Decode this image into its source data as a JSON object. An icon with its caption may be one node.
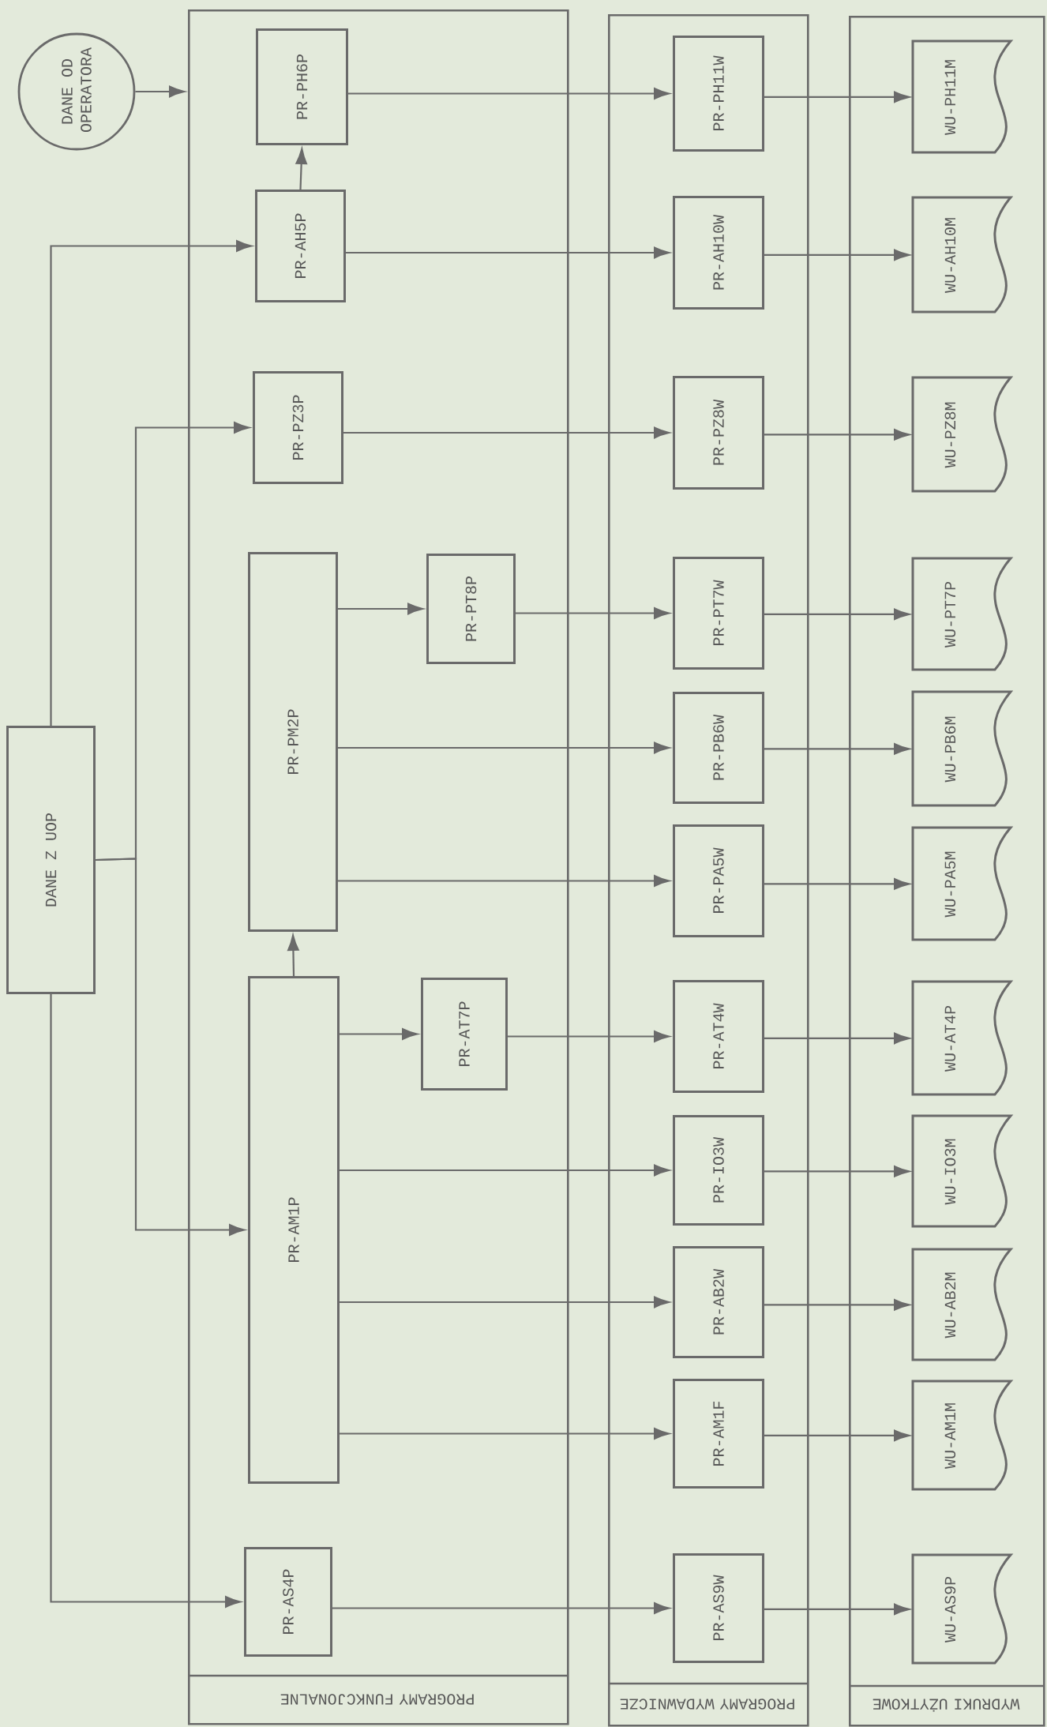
{
  "diagram": {
    "nodes": [
      {
        "text": [
          "DANE OD OPERATORA"
        ]
      },
      {
        "text": [
          "DANE Z UOP"
        ]
      },
      {
        "text": [
          "PROGRAMY FUNKCJONALNE"
        ]
      },
      {
        "text": [
          "PR-PH6P"
        ],
        "in": 2
      },
      {
        "text": [
          "PR-AH5P"
        ],
        "in": 2
      },
      {
        "text": [
          "PR-PZ3P"
        ],
        "in": 2
      },
      {
        "text": [
          "PR-PM2P"
        ],
        "in": 2
      },
      {
        "text": [
          "PR-PT8P"
        ],
        "in": 2
      },
      {
        "text": [
          "PR-AM1P"
        ],
        "in": 2
      },
      {
        "text": [
          "PR-AT7P"
        ],
        "in": 2
      },
      {
        "text": [
          "PR-AS4P"
        ],
        "in": 2
      },
      {
        "text": [
          "PROGRAMY WYDAWNICZE"
        ]
      },
      {
        "text": [
          "PR-PH11W"
        ],
        "in": 11
      },
      {
        "text": [
          "PR-AH10W"
        ],
        "in": 11
      },
      {
        "text": [
          "PR-PZ8W"
        ],
        "in": 11
      },
      {
        "text": [
          "PR-PT7W"
        ],
        "in": 11
      },
      {
        "text": [
          "PR-PB6W"
        ],
        "in": 11
      },
      {
        "text": [
          "PR-PA5W"
        ],
        "in": 11
      },
      {
        "text": [
          "PR-AT4W"
        ],
        "in": 11
      },
      {
        "text": [
          "PR-IO3W"
        ],
        "in": 11
      },
      {
        "text": [
          "PR-AB2W"
        ],
        "in": 11
      },
      {
        "text": [
          "PR-AM1F"
        ],
        "in": 11
      },
      {
        "text": [
          "PR-AS9W"
        ],
        "in": 11
      },
      {
        "text": [
          "WYDRUKI UŻYTKOWE"
        ]
      },
      {
        "text": [
          "WU-PH11M"
        ],
        "in": 23
      },
      {
        "text": [
          "WU-AH10M"
        ],
        "in": 23
      },
      {
        "text": [
          "WU-PZ8M"
        ],
        "in": 23
      },
      {
        "text": [
          "WU-PT7P"
        ],
        "in": 23
      },
      {
        "text": [
          "WU-PB6M"
        ],
        "in": 23
      },
      {
        "text": [
          "WU-PA5M"
        ],
        "in": 23
      },
      {
        "text": [
          "WU-AT4P"
        ],
        "in": 23
      },
      {
        "text": [
          "WU-IO3M"
        ],
        "in": 23
      },
      {
        "text": [
          "WU-AB2M"
        ],
        "in": 23
      },
      {
        "text": [
          "WU-AM1M"
        ],
        "in": 23
      },
      {
        "text": [
          "WU-AS9P"
        ],
        "in": 23
      }
    ],
    "edges": [
      {
        "from": 0,
        "to": 2,
        "arrow": "to"
      },
      {
        "from": 1,
        "to": 4,
        "arrow": "to"
      },
      {
        "from": 1,
        "to": 5,
        "arrow": "to"
      },
      {
        "from": 1,
        "to": 8,
        "arrow": "to"
      },
      {
        "from": 1,
        "to": 10,
        "arrow": "to"
      },
      {
        "from": 4,
        "to": 3,
        "arrow": "to"
      },
      {
        "from": 8,
        "to": 6,
        "arrow": "to"
      },
      {
        "from": 6,
        "to": 7,
        "arrow": "to"
      },
      {
        "from": 8,
        "to": 9,
        "arrow": "to"
      },
      {
        "from": 3,
        "to": 12,
        "arrow": "to"
      },
      {
        "from": 4,
        "to": 13,
        "arrow": "to"
      },
      {
        "from": 5,
        "to": 14,
        "arrow": "to"
      },
      {
        "from": 7,
        "to": 15,
        "arrow": "to"
      },
      {
        "from": 6,
        "to": 16,
        "arrow": "to"
      },
      {
        "from": 6,
        "to": 17,
        "arrow": "to"
      },
      {
        "from": 9,
        "to": 18,
        "arrow": "to"
      },
      {
        "from": 8,
        "to": 19,
        "arrow": "to"
      },
      {
        "from": 8,
        "to": 20,
        "arrow": "to"
      },
      {
        "from": 8,
        "to": 21,
        "arrow": "to"
      },
      {
        "from": 10,
        "to": 22,
        "arrow": "to"
      },
      {
        "from": 12,
        "to": 24,
        "arrow": "to"
      },
      {
        "from": 13,
        "to": 25,
        "arrow": "to"
      },
      {
        "from": 14,
        "to": 26,
        "arrow": "to"
      },
      {
        "from": 15,
        "to": 27,
        "arrow": "to"
      },
      {
        "from": 16,
        "to": 28,
        "arrow": "to"
      },
      {
        "from": 17,
        "to": 29,
        "arrow": "to"
      },
      {
        "from": 18,
        "to": 30,
        "arrow": "to"
      },
      {
        "from": 19,
        "to": 31,
        "arrow": "to"
      },
      {
        "from": 20,
        "to": 32,
        "arrow": "to"
      },
      {
        "from": 21,
        "to": 33,
        "arrow": "to"
      },
      {
        "from": 22,
        "to": 34,
        "arrow": "to"
      }
    ]
  }
}
